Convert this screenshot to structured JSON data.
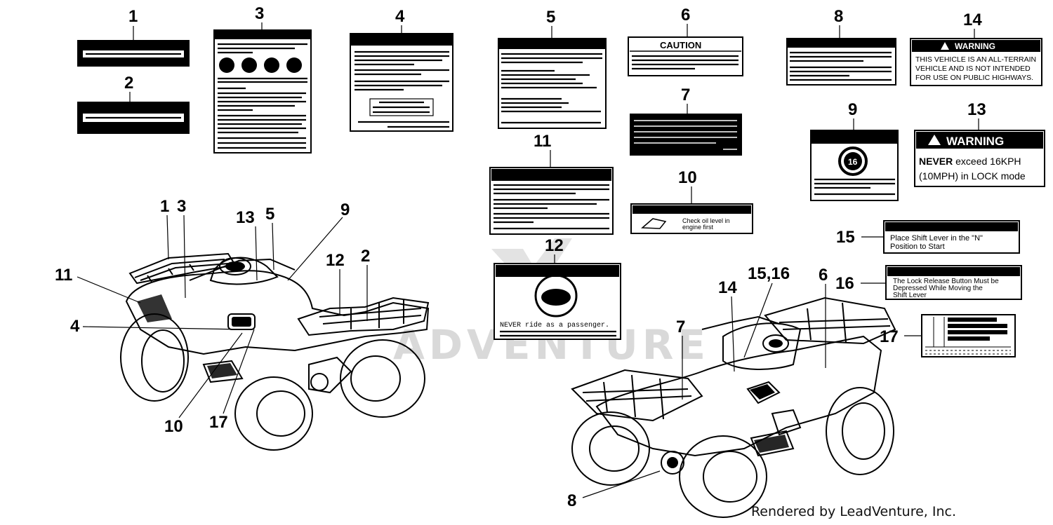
{
  "watermark": "ADVENTURE",
  "footer": "Rendered by LeadVenture, Inc.",
  "callouts": {
    "n1": "1",
    "n2": "2",
    "n3": "3",
    "n4": "4",
    "n5": "5",
    "n6": "6",
    "n7": "7",
    "n8": "8",
    "n9": "9",
    "n10": "10",
    "n11": "11",
    "n12": "12",
    "n13": "13",
    "n14": "14",
    "n15": "15",
    "n16": "16",
    "n17": "17",
    "n1516": "15,16"
  },
  "labels": {
    "l6_title": "CAUTION",
    "l13_head": "WARNING",
    "l13_line1_bold": "NEVER",
    "l13_line1_rest": " exceed 16KPH",
    "l13_line2": "(10MPH) in LOCK mode",
    "l14_head": "WARNING",
    "l14_line1": "THIS VEHICLE IS AN ALL-TERRAIN",
    "l14_line2": "VEHICLE AND IS NOT INTENDED",
    "l14_line3": "FOR USE ON PUBLIC HIGHWAYS.",
    "l15_line1": "Place Shift Lever in the \"N\"",
    "l15_line2": "Position to Start",
    "l16_line1": "The Lock Release Button Must be",
    "l16_line2": "Depressed While Moving the",
    "l16_line3": "Shift Lever",
    "l12_line1": "NEVER ride as a passenger.",
    "l10_line1": "Check oil level in",
    "l10_line2": "engine first"
  }
}
